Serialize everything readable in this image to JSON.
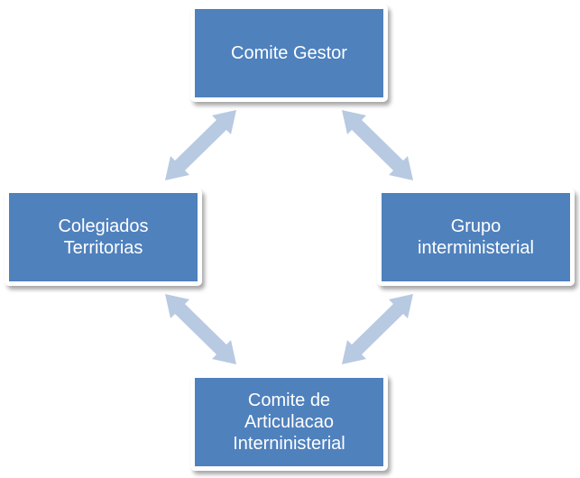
{
  "diagram": {
    "colors": {
      "box_fill": "#4f81bd",
      "box_border": "#ffffff",
      "arrow": "#b8c9e2",
      "text": "#ffffff"
    },
    "nodes": {
      "top": {
        "label": "Comite Gestor"
      },
      "left": {
        "label": "Colegiados\nTerritorias"
      },
      "right": {
        "label": "Grupo\ninterministerial"
      },
      "bottom": {
        "label": "Comite de\nArticulacao\nInterninisterial"
      }
    },
    "connections": [
      {
        "from": "top",
        "to": "left",
        "direction": "both"
      },
      {
        "from": "top",
        "to": "right",
        "direction": "both"
      },
      {
        "from": "left",
        "to": "bottom",
        "direction": "both"
      },
      {
        "from": "right",
        "to": "bottom",
        "direction": "both"
      }
    ]
  }
}
